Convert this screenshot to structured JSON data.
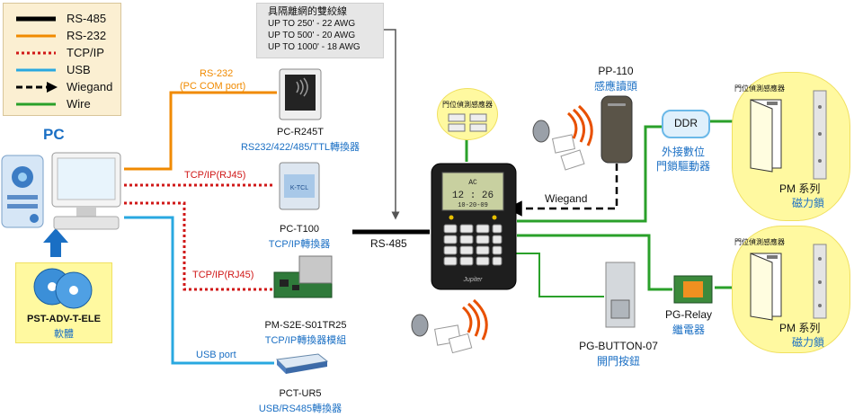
{
  "legend": [
    {
      "label": "RS-485",
      "color": "#000000",
      "style": "solid-thick"
    },
    {
      "label": "RS-232",
      "color": "#f08a00",
      "style": "solid"
    },
    {
      "label": "TCP/IP",
      "color": "#d01818",
      "style": "dotted"
    },
    {
      "label": "USB",
      "color": "#29a8e0",
      "style": "solid"
    },
    {
      "label": "Wiegand",
      "color": "#000000",
      "style": "dashed-arrow"
    },
    {
      "label": "Wire",
      "color": "#2aa02a",
      "style": "solid"
    }
  ],
  "awg": {
    "title": "具隔離網的雙絞線",
    "lines": [
      "UP TO 250' - 22 AWG",
      "UP TO 500' - 20 AWG",
      "UP TO 1000' - 18 AWG"
    ]
  },
  "pc": {
    "label": "PC"
  },
  "software": {
    "name": "PST-ADV-T-ELE",
    "desc": "軟體"
  },
  "devices": {
    "r245t": {
      "name": "PC-R245T",
      "desc": "RS232/422/485/TTL轉換器"
    },
    "t100": {
      "name": "PC-T100",
      "desc": "TCP/IP轉換器"
    },
    "s2e": {
      "name": "PM-S2E-S01TR25",
      "desc": "TCP/IP轉換器模組"
    },
    "ur5": {
      "name": "PCT-UR5",
      "desc": "USB/RS485轉換器"
    },
    "pp110": {
      "name": "PP-110",
      "desc": "感應讀頭"
    },
    "ddr": {
      "badge": "DDR",
      "desc1": "外接數位",
      "desc2": "門鎖驅動器"
    },
    "relay": {
      "name": "PG-Relay",
      "desc": "繼電器"
    },
    "button": {
      "name": "PG-BUTTON-07",
      "desc": "開門按鈕"
    },
    "pm1": {
      "name": "PM  系列",
      "desc": "磁力鎖"
    },
    "pm2": {
      "name": "PM  系列",
      "desc": "磁力鎖"
    }
  },
  "links": {
    "rs232": "RS-232",
    "rs232_port": "(PC COM port)",
    "tcpip1": "TCP/IP(RJ45)",
    "tcpip2": "TCP/IP(RJ45)",
    "usb": "USB port",
    "rs485": "RS-485",
    "wiegand": "Wiegand"
  },
  "sensor_labels": {
    "center": "門位偵測感應器",
    "pm1": "門位偵測感應器",
    "pm2": "門位偵測感應器"
  },
  "controller": {
    "brand": "Jupiter",
    "screen_time": "12 : 26",
    "screen_top": "AC",
    "screen_date": "10-20-09"
  }
}
